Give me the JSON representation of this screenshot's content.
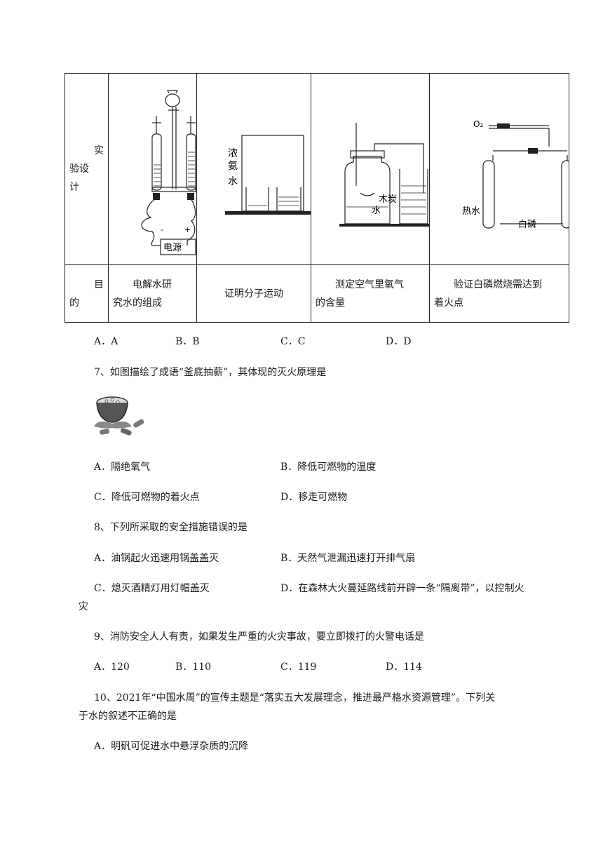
{
  "table": {
    "row1_header": [
      "实",
      "验设",
      "计"
    ],
    "cells": [
      {
        "labels": {
          "power": "电源",
          "minus": "-",
          "plus": "+"
        }
      },
      {
        "labels": {
          "ammonia": [
            "浓",
            "氨",
            "水"
          ]
        }
      },
      {
        "labels": {
          "charcoal": "木炭",
          "water": "水"
        }
      },
      {
        "labels": {
          "o2": "O₂",
          "hotwater": "热水",
          "phosphorus": "白磷"
        }
      }
    ],
    "row2_header": [
      "目",
      "的"
    ],
    "purposes": [
      [
        "电解水研",
        "究水的组成"
      ],
      [
        "证明分子运动"
      ],
      [
        "测定空气里氧气",
        "的含量"
      ],
      [
        "验证白磷燃烧需达到",
        "着火点"
      ]
    ]
  },
  "q6_options": [
    "A．A",
    "B．B",
    "C．C",
    "D．D"
  ],
  "q7": {
    "stem": "7、如图描绘了成语“釜底抽薪”，其体现的灭火原理是",
    "options": [
      "A．隔绝氧气",
      "B．降低可燃物的温度",
      "C．降低可燃物的着火点",
      "D．移走可燃物"
    ]
  },
  "q8": {
    "stem": "8、下列所采取的安全措施错误的是",
    "options": [
      "A．油锅起火迅速用锅盖盖灭",
      "B．天然气泄漏迅速打开排气扇",
      "C．熄灭酒精灯用灯帽盖灭",
      "D．在森林大火蔓延路线前开辟一条“隔离带”，以控制火",
      "灾"
    ]
  },
  "q9": {
    "stem": "9、消防安全人人有责，如果发生严重的火灾事故，要立即拨打的火警电话是",
    "options": [
      "A．120",
      "B．110",
      "C．119",
      "D．114"
    ]
  },
  "q10": {
    "stem_line1": "10、2021年“中国水周”的宣传主题是“落实五大发展理念，推进最严格水资源管理”。下列关",
    "stem_line2": "于水的叙述不正确的是",
    "options": [
      "A．明矾可促进水中悬浮杂质的沉降"
    ]
  }
}
